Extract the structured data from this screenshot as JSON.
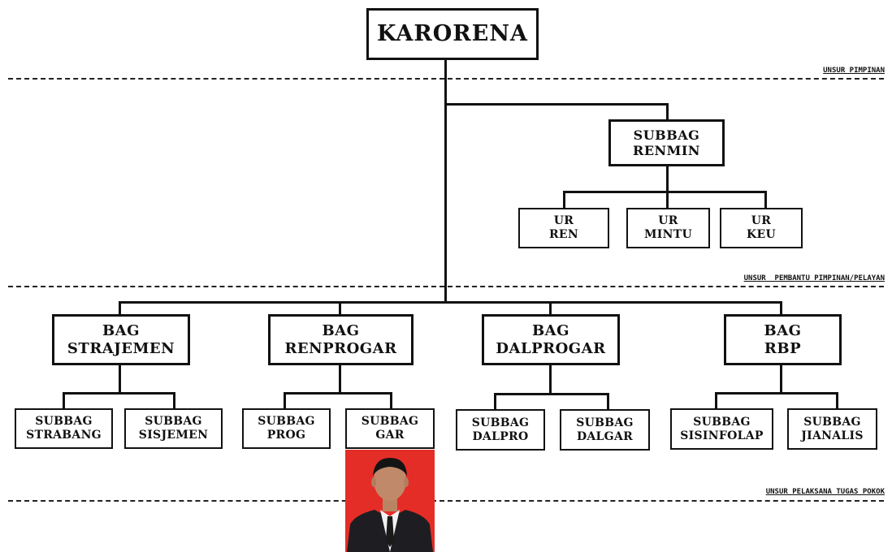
{
  "zones": {
    "pimpinan": "UNSUR PIMPINAN",
    "pembantu": "UNSUR  PEMBANTU PIMPINAN/PELAYAN",
    "pelaksana": "UNSUR PELAKSANA TUGAS POKOK"
  },
  "root": {
    "label": "KARORENA"
  },
  "renmin": {
    "line1": "SUBBAG",
    "line2": "RENMIN"
  },
  "units": [
    {
      "line1": "UR",
      "line2": "REN"
    },
    {
      "line1": "UR",
      "line2": "MINTU"
    },
    {
      "line1": "UR",
      "line2": "KEU"
    }
  ],
  "bags": [
    {
      "line1": "BAG",
      "line2": "STRAJEMEN",
      "subs": [
        {
          "line1": "SUBBAG",
          "line2": "STRABANG"
        },
        {
          "line1": "SUBBAG",
          "line2": "SISJEMEN"
        }
      ]
    },
    {
      "line1": "BAG",
      "line2": "RENPROGAR",
      "subs": [
        {
          "line1": "SUBBAG",
          "line2": "PROG"
        },
        {
          "line1": "SUBBAG",
          "line2": "GAR"
        }
      ]
    },
    {
      "line1": "BAG",
      "line2": "DALPROGAR",
      "subs": [
        {
          "line1": "SUBBAG",
          "line2": "DALPRO"
        },
        {
          "line1": "SUBBAG",
          "line2": "DALGAR"
        }
      ]
    },
    {
      "line1": "BAG",
      "line2": "RBP",
      "subs": [
        {
          "line1": "SUBBAG",
          "line2": "SISINFOLAP"
        },
        {
          "line1": "SUBBAG",
          "line2": "JIANALIS"
        }
      ]
    }
  ],
  "photo": {
    "background": "#e52d27"
  }
}
